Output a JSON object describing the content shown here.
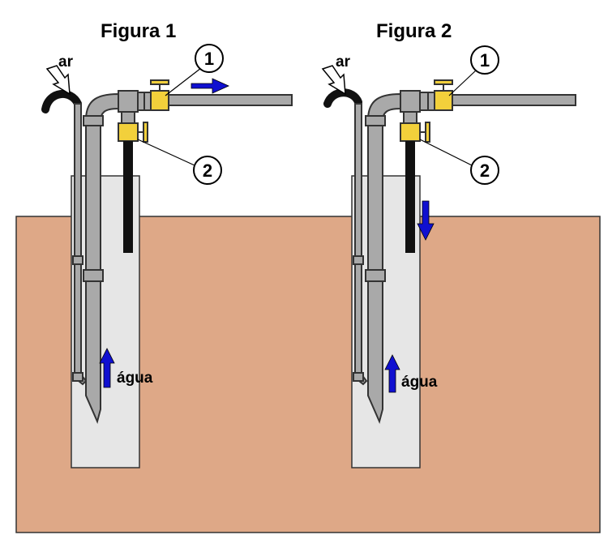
{
  "figures": [
    {
      "title": "Figura 1",
      "air_label": "ar",
      "water_label": "água",
      "valve1_number": "1",
      "valve2_number": "2"
    },
    {
      "title": "Figura 2",
      "air_label": "ar",
      "water_label": "água",
      "valve1_number": "1",
      "valve2_number": "2"
    }
  ],
  "colors": {
    "ground": "#dea887",
    "well": "#e6e6e6",
    "pipe": "#a9a9a9",
    "valve": "#f2d03b",
    "flow_arrow": "#1010d0",
    "air_hose": "#111111"
  }
}
